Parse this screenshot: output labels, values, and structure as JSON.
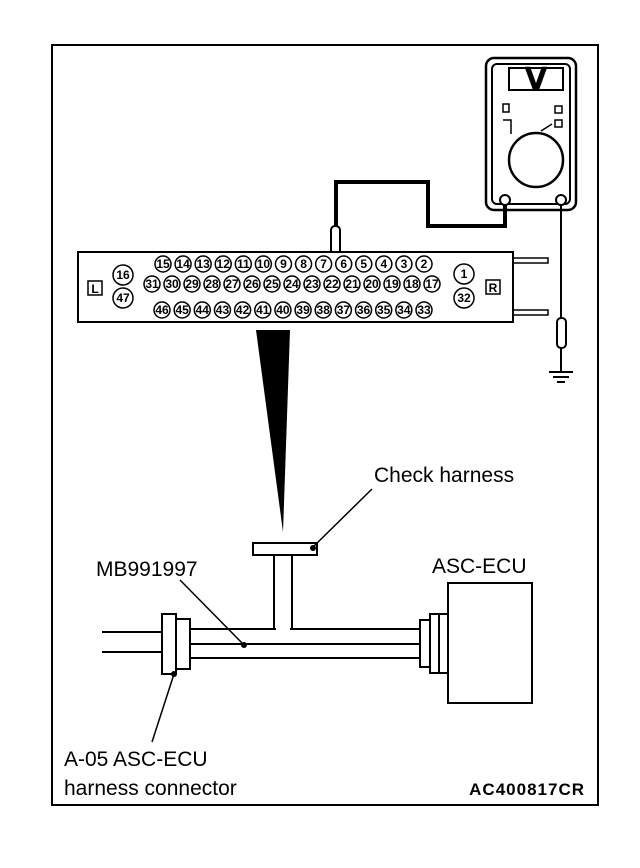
{
  "meter": {
    "unit_symbol": "V",
    "icon": "voltmeter-icon"
  },
  "connector_panel": {
    "side_left": "L",
    "side_right": "R",
    "top_row_pins": [
      "15",
      "14",
      "13",
      "12",
      "11",
      "10",
      "9",
      "8",
      "7",
      "6",
      "5",
      "4",
      "3",
      "2"
    ],
    "middle_row_pins": [
      "31",
      "30",
      "29",
      "28",
      "27",
      "26",
      "25",
      "24",
      "23",
      "22",
      "21",
      "20",
      "19",
      "18",
      "17"
    ],
    "bottom_row_pins": [
      "46",
      "45",
      "44",
      "43",
      "42",
      "41",
      "40",
      "39",
      "38",
      "37",
      "36",
      "35",
      "34",
      "33"
    ],
    "left_pins": [
      "16",
      "47"
    ],
    "right_pins": [
      "1",
      "32"
    ]
  },
  "labels": {
    "check_harness": "Check harness",
    "special_tool": "MB991997",
    "ecu": "ASC-ECU",
    "connector_line1": "A-05 ASC-ECU",
    "connector_line2": "harness connector",
    "figure_code": "AC400817CR"
  }
}
